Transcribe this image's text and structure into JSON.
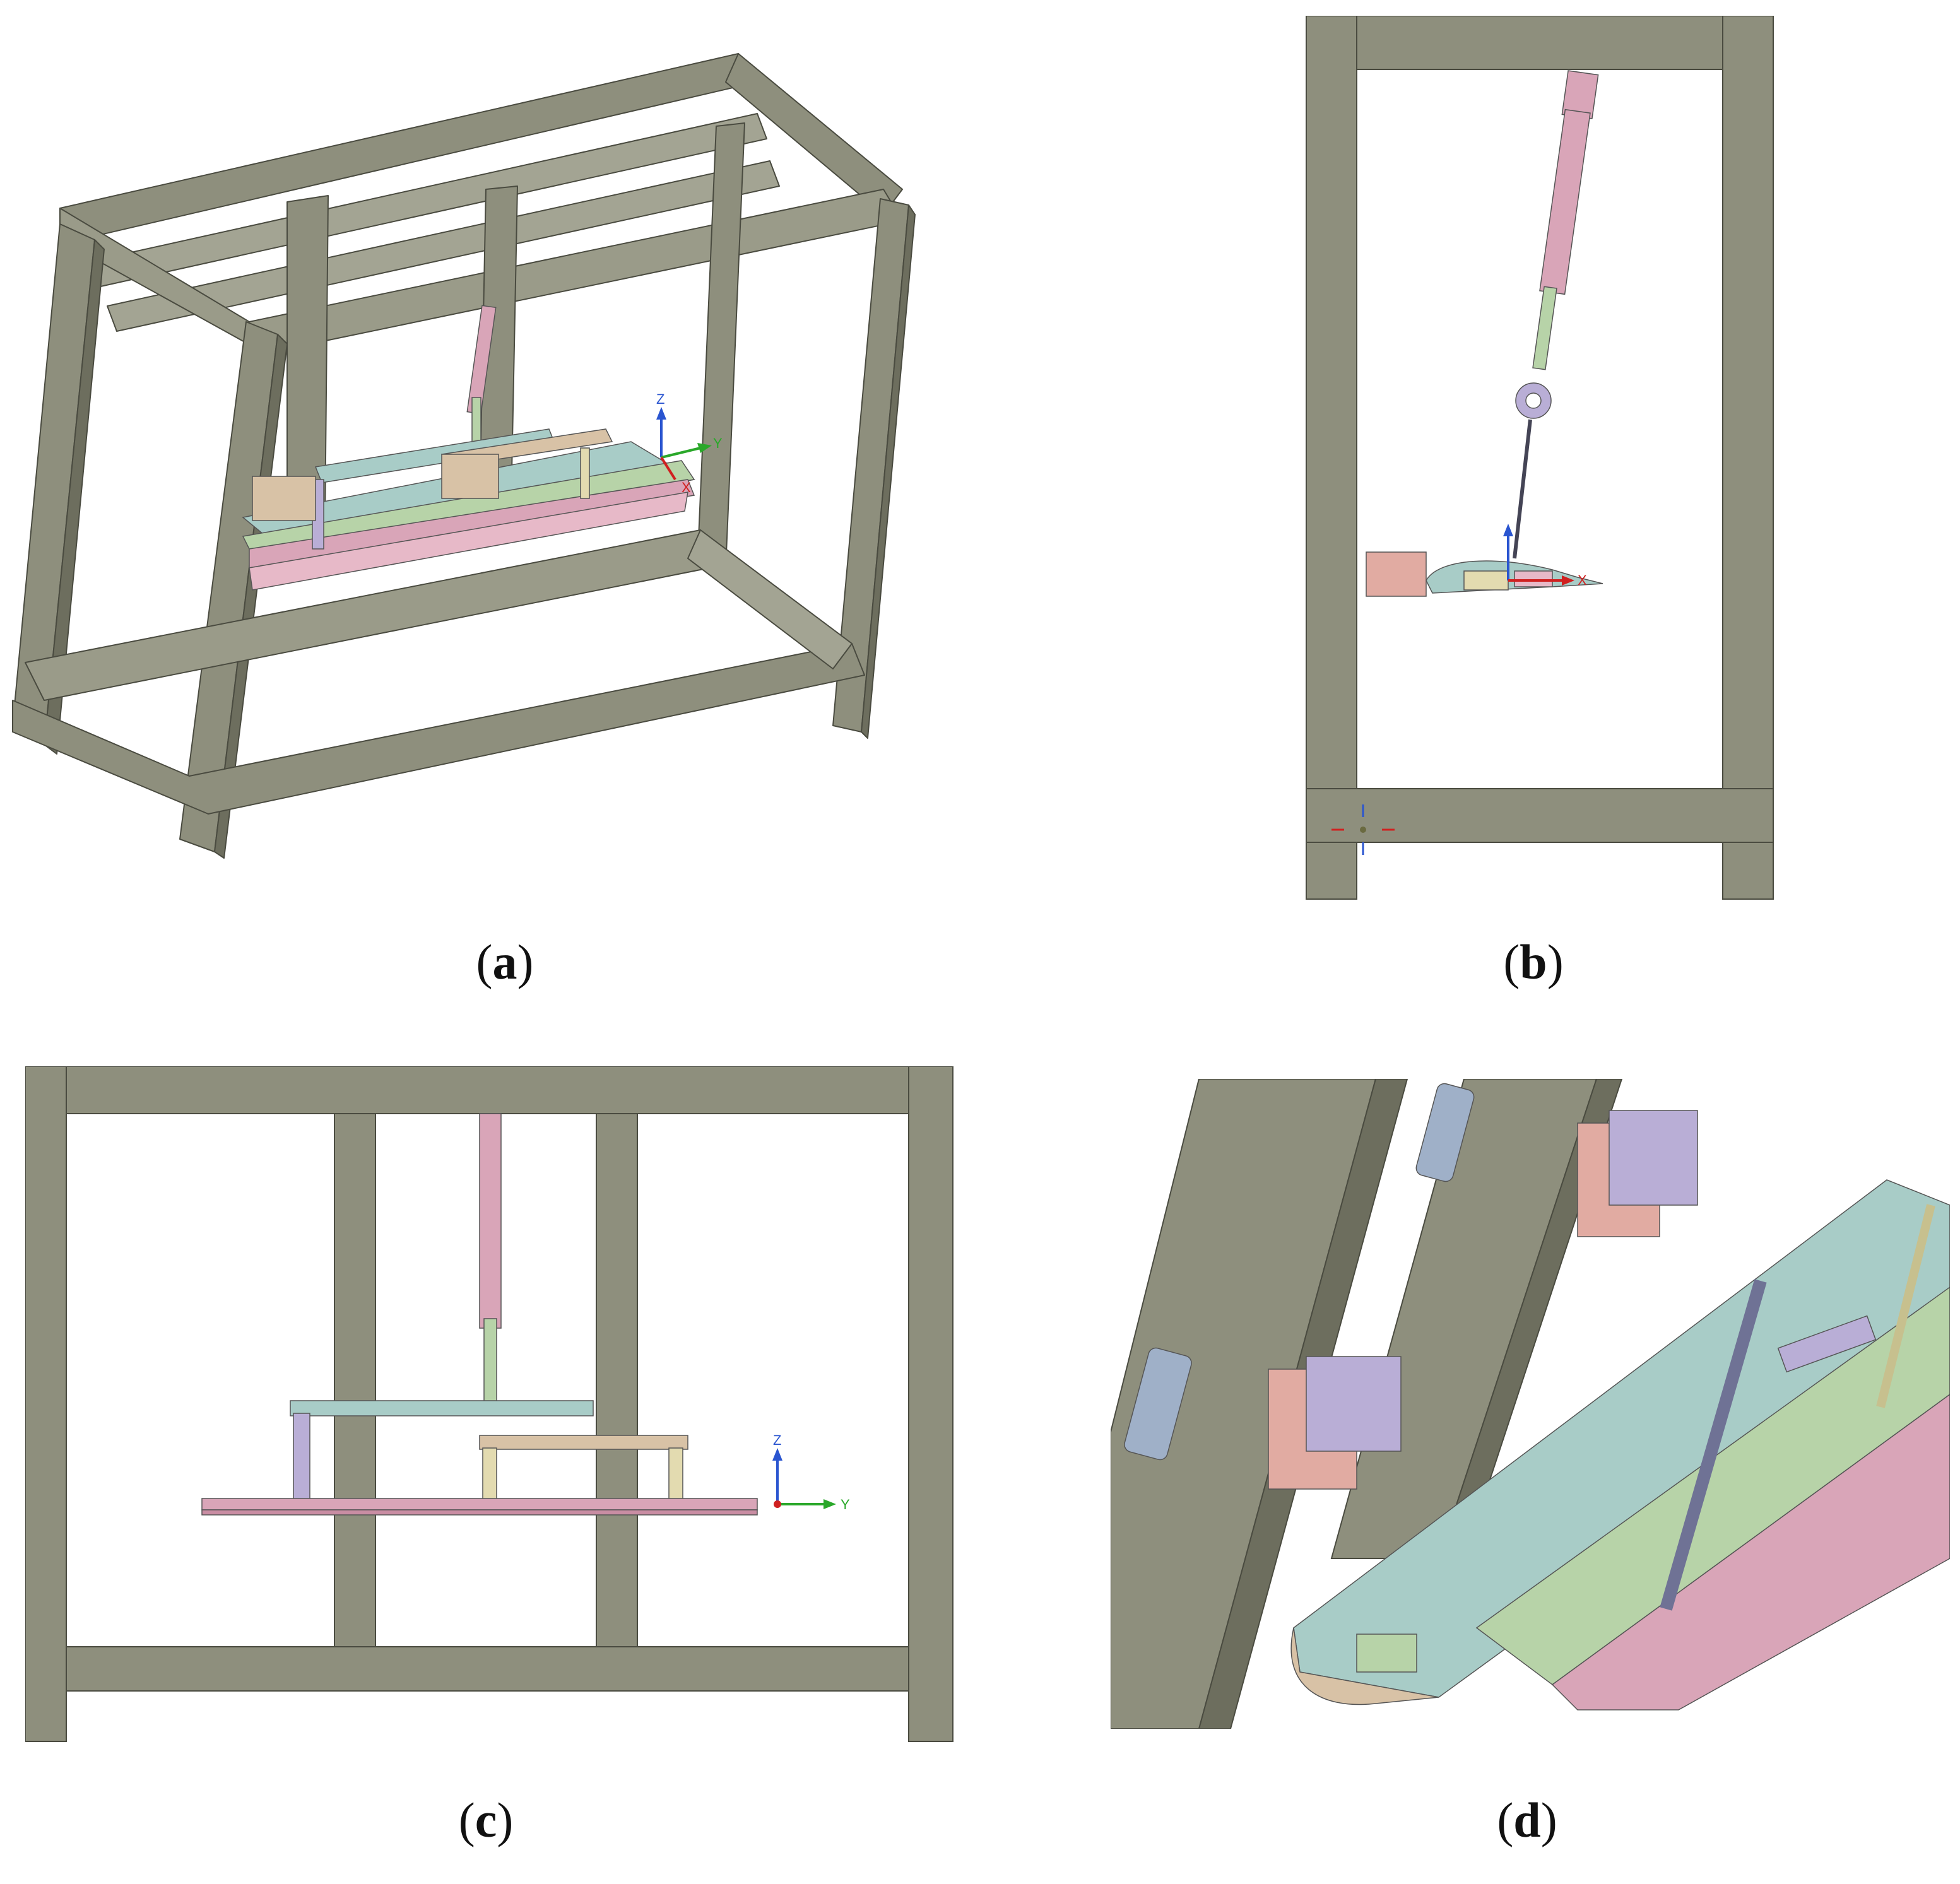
{
  "panels": [
    {
      "id": "a",
      "caption": "a"
    },
    {
      "id": "b",
      "caption": "b"
    },
    {
      "id": "c",
      "caption": "c"
    },
    {
      "id": "d",
      "caption": "d"
    }
  ],
  "axes": {
    "z": "Z",
    "y": "Y",
    "x": "X"
  },
  "colors": {
    "frame": "#8e8f7d",
    "frame_dark": "#6d6e5e",
    "frame_light": "#a3a493",
    "edge": "#4a4b40",
    "pink": "#d9a5b8",
    "pink_dark": "#c98da3",
    "green": "#b7d3a8",
    "teal": "#a8ccc7",
    "lilac": "#b9aed6",
    "salmon": "#e1aba2",
    "tan": "#d8c2a6",
    "cream": "#e3dbb0",
    "blue_grey": "#9fb0c8",
    "axis_z": "#2a55d0",
    "axis_y": "#2aa82a",
    "axis_x": "#d02020"
  }
}
